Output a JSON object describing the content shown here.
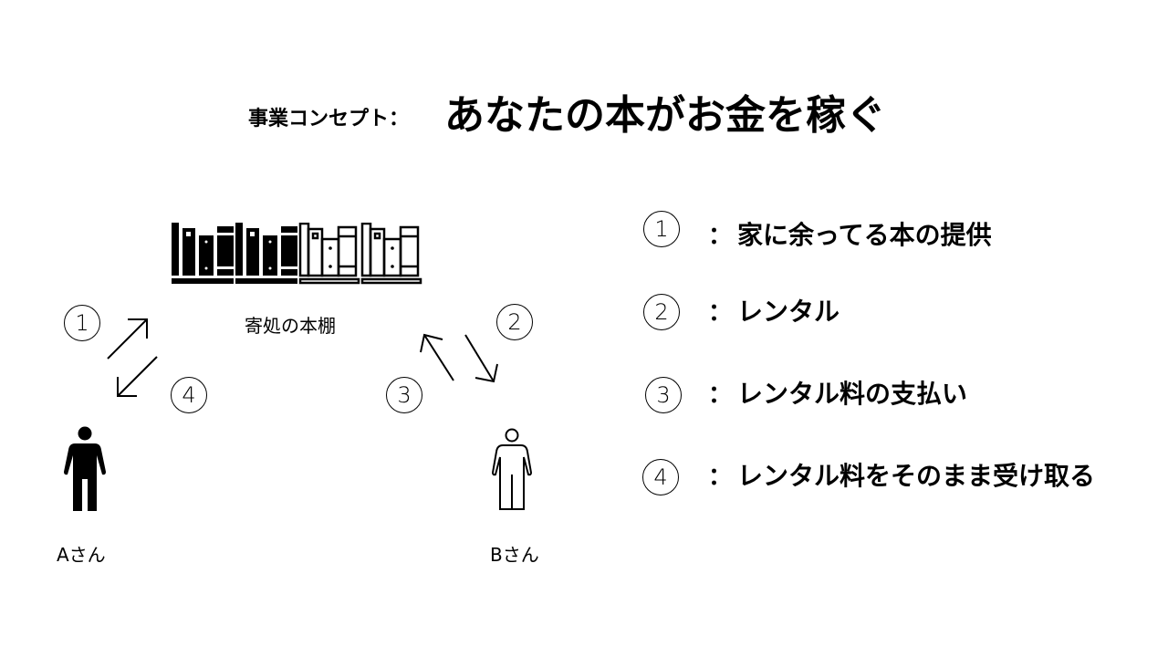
{
  "title": {
    "prefix": "事業コンセプト：",
    "main": "あなたの本がお金を稼ぐ"
  },
  "diagram": {
    "bookshelf_label": "寄処の本棚",
    "person_a": "Aさん",
    "person_b": "Bさん",
    "step_markers": [
      "1",
      "2",
      "3",
      "4"
    ]
  },
  "steps": [
    {
      "number": "1",
      "colon": "：",
      "text": "家に余ってる本の提供"
    },
    {
      "number": "2",
      "colon": "：",
      "text": "レンタル"
    },
    {
      "number": "3",
      "colon": "：",
      "text": "レンタル料の支払い"
    },
    {
      "number": "4",
      "colon": "：",
      "text": "レンタル料をそのまま受け取る"
    }
  ]
}
